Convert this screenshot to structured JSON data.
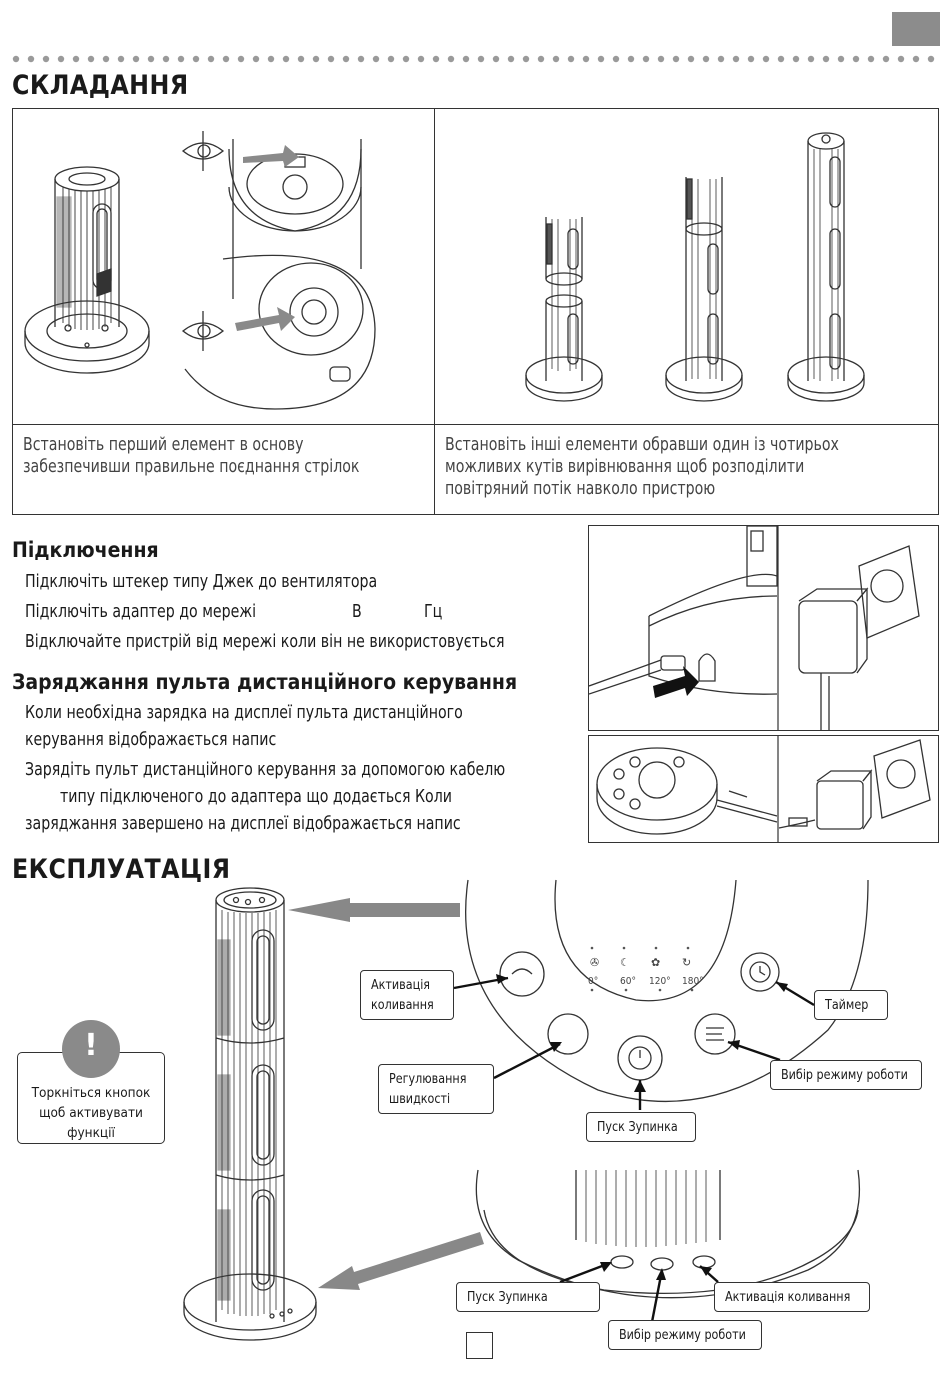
{
  "assembly": {
    "title": "СКЛАДАННЯ",
    "left_text": [
      "Встановіть перший елемент в основу",
      "забезпечивши правильне поєднання стрілок"
    ],
    "right_text": [
      "Встановіть інші елементи  обравши один із чотирьох",
      "можливих кутів вирівнювання  щоб розподілити",
      "повітряний потік навколо пристрою"
    ]
  },
  "connection": {
    "title": "Підключення",
    "lines": [
      "Підключіть штекер типу   Джек   до вентилятора",
      "Підключіть адаптер до мережі",
      "Відключайте пристрій від мережі  коли він не використовується"
    ],
    "voltage_unit": "В",
    "frequency_unit": "Гц"
  },
  "charging": {
    "title": "Заряджання пульта дистанційного керування",
    "para1": [
      "Коли необхідна зарядка  на дисплеї пульта дистанційного",
      "керування відображається напис"
    ],
    "para2": [
      "Зарядіть пульт дистанційного керування за допомогою кабелю",
      "типу      підключеного до адаптера  що додається  Коли",
      "заряджання завершено  на дисплеї відображається напис"
    ]
  },
  "operation": {
    "title": "ЕКСПЛУАТАЦІЯ",
    "warning": [
      "Торкніться кнопок",
      "щоб активувати",
      "функції"
    ],
    "callouts": {
      "oscillation": [
        "Активація",
        "коливання"
      ],
      "timer": [
        "Таймер"
      ],
      "speed": [
        "Регулювання",
        "швидкості"
      ],
      "mode": [
        "Вибір режиму роботи"
      ],
      "power": [
        "Пуск  Зупинка"
      ]
    },
    "bottom_callouts": {
      "power": "Пуск  Зупинка",
      "oscillation": "Активація коливання",
      "mode": "Вибір режиму роботи"
    },
    "angles": [
      "0°",
      "60°",
      "120°",
      "180°"
    ],
    "warning_symbol": "!"
  },
  "colors": {
    "tab": "#8c8c8c",
    "dots": "#9a9a9a",
    "arrow": "#888888",
    "line": "#333333"
  }
}
